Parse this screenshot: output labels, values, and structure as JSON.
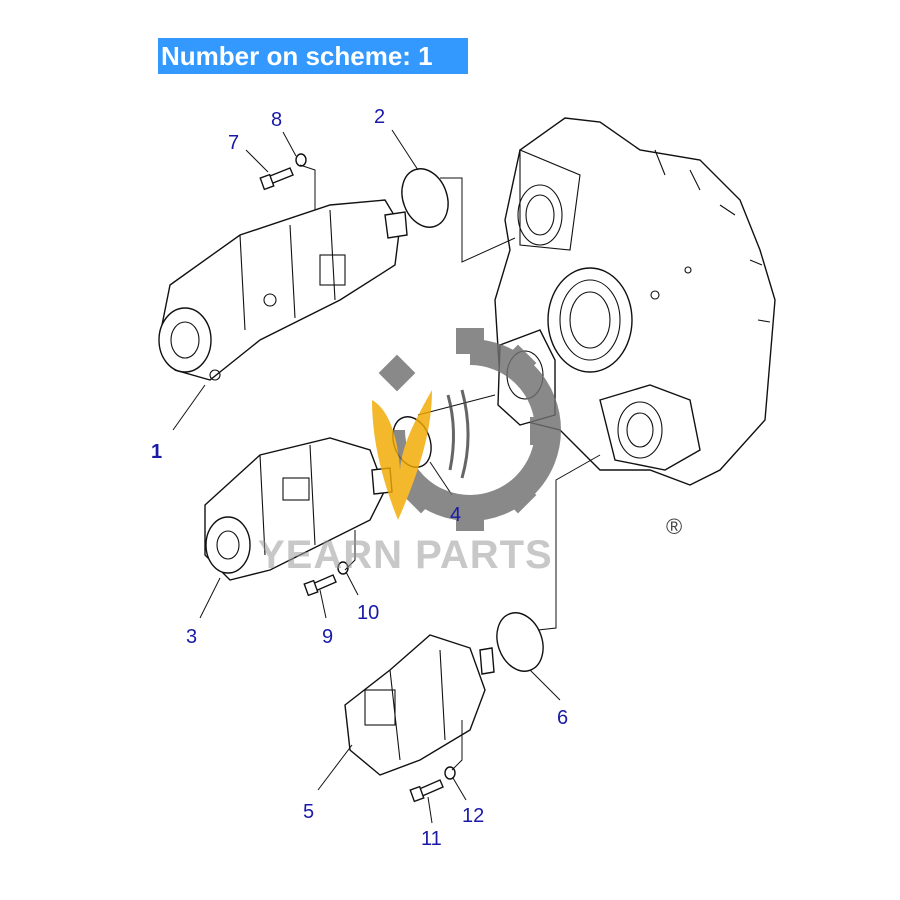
{
  "title": "Number on scheme: 1",
  "callouts": [
    {
      "id": "1",
      "bold": true
    },
    {
      "id": "2"
    },
    {
      "id": "3"
    },
    {
      "id": "4"
    },
    {
      "id": "5"
    },
    {
      "id": "6"
    },
    {
      "id": "7"
    },
    {
      "id": "8"
    },
    {
      "id": "9"
    },
    {
      "id": "10"
    },
    {
      "id": "11"
    },
    {
      "id": "12"
    }
  ],
  "watermark": {
    "text": "YEARN PARTS",
    "registered_mark": "®",
    "gear_color": "#707070",
    "flame_color": "#f2a900"
  }
}
